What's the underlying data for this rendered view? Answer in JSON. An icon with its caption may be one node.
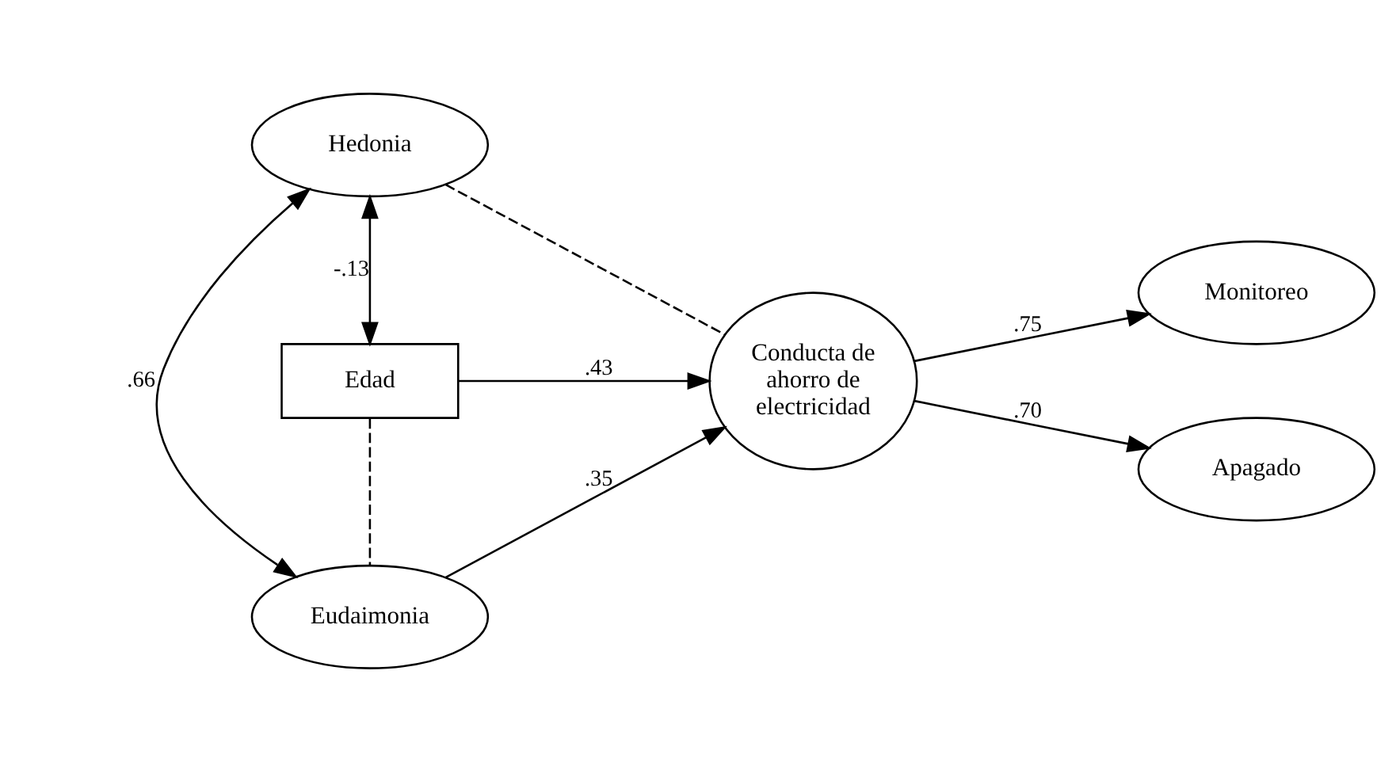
{
  "diagram": {
    "nodes": [
      {
        "text": [
          "Hedonia"
        ]
      },
      {
        "text": [
          "Monitoreo"
        ]
      },
      {
        "text": [
          "Edad"
        ]
      },
      {
        "text": [
          "Conducta de ahorro de electricidad"
        ]
      },
      {
        "text": [
          "Eudaimonia"
        ]
      },
      {
        "text": [
          "Apagado"
        ]
      }
    ],
    "edges": [
      {
        "from": 0,
        "to": 4,
        "arrow": "both",
        "label": ".66"
      },
      {
        "from": 0,
        "to": 2,
        "arrow": "both",
        "label": "-.13"
      },
      {
        "from": 0,
        "to": 3,
        "arrow": "none",
        "style": "dashed"
      },
      {
        "from": 2,
        "to": 3,
        "arrow": "to",
        "label": ".43"
      },
      {
        "from": 2,
        "to": 4,
        "arrow": "none",
        "style": "dashed"
      },
      {
        "from": 4,
        "to": 3,
        "arrow": "to",
        "label": ".35"
      },
      {
        "from": 3,
        "to": 1,
        "arrow": "to",
        "label": ".75"
      },
      {
        "from": 3,
        "to": 5,
        "arrow": "to",
        "label": ".70"
      }
    ]
  }
}
